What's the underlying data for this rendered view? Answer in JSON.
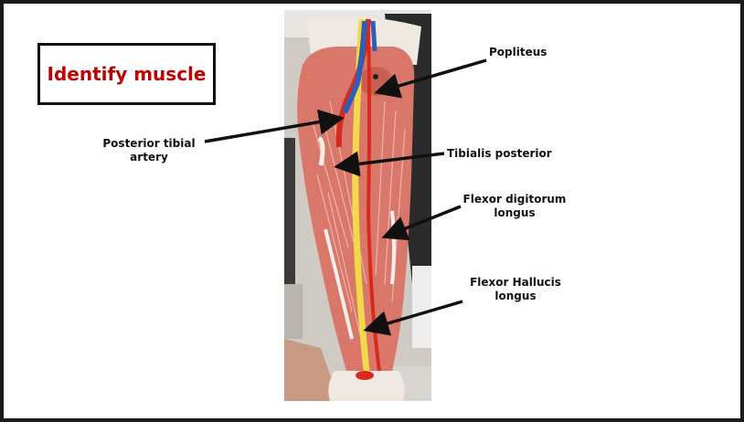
{
  "title": "Identify muscle",
  "labels": {
    "popliteus": "Popliteus",
    "posterior_tibial_artery_line1": "Posterior tibial",
    "posterior_tibial_artery_line2": "artery",
    "tibialis_posterior": "Tibialis posterior",
    "flexor_digitorum_line1": "Flexor digitorum",
    "flexor_digitorum_line2": "longus",
    "flexor_hallucis_line1": "Flexor Hallucis",
    "flexor_hallucis_line2": "longus"
  },
  "colors": {
    "title_text": "#c00000",
    "muscle": "#d9786a",
    "artery": "#d62a1e",
    "vein": "#2f5fb5",
    "nerve": "#f2d94a",
    "background_chair": "#2b2b2b"
  }
}
